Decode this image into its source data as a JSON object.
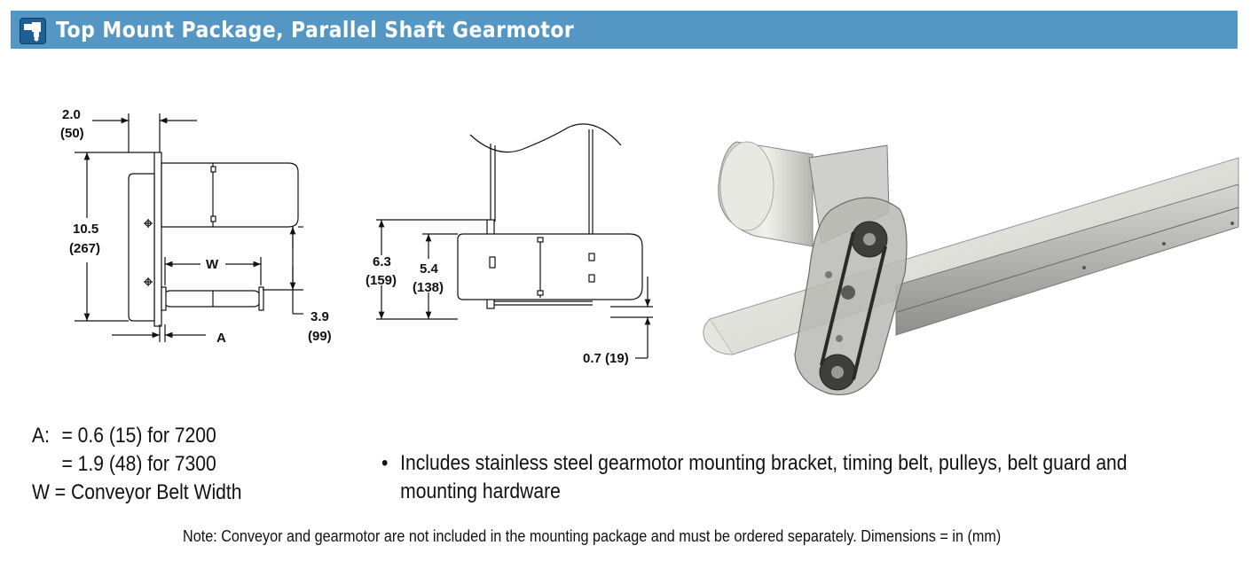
{
  "header": {
    "title": "Top Mount Package, Parallel Shaft Gearmotor",
    "icon": "gearmotor-package-icon",
    "background_color": "#5497c4"
  },
  "side_view": {
    "dim_top": "2.0",
    "dim_top_mm": "(50)",
    "dim_height": "10.5",
    "dim_height_mm": "(267)",
    "dim_w": "W",
    "dim_a": "A",
    "dim_right": "3.9",
    "dim_right_mm": "(99)"
  },
  "end_view": {
    "dim_outer": "6.3",
    "dim_outer_mm": "(159)",
    "dim_inner": "5.4",
    "dim_inner_mm": "(138)",
    "dim_bottom": "0.7 (19)"
  },
  "legend": {
    "a_label": "A:",
    "a_value_1": "= 0.6 (15) for 7200",
    "a_value_2": "= 1.9 (48) for 7300",
    "w_line": "W = Conveyor Belt Width"
  },
  "bullet": {
    "symbol": "•",
    "text": "Includes stainless steel gearmotor mounting bracket, timing belt, pulleys, belt guard and mounting hardware"
  },
  "note": "Note: Conveyor and gearmotor are not included in the mounting package and must be ordered separately.  Dimensions = in (mm)"
}
